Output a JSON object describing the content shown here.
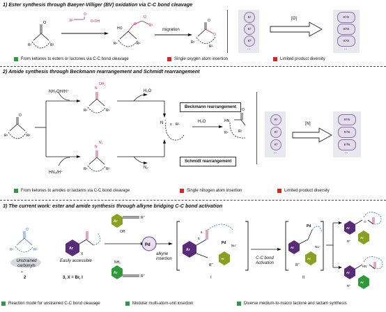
{
  "section1": {
    "title": "1) Ester synthesis through Baeyer-Villiger (BV) oxidation via C-C bond cleavage",
    "step_migration": "migration",
    "reagent_label": "[O]",
    "legend": [
      {
        "color": "#2e9a3a",
        "text": "From ketones to esters or lactones via C-C bond cleavage"
      },
      {
        "color": "#e02020",
        "text": "Single oxygen atom insertion"
      },
      {
        "color": "#e02020",
        "text": "Limited product diversity"
      }
    ],
    "ketone_bubbles": [
      "K¹",
      "K²",
      "K³",
      "..."
    ],
    "product_bubbles": [
      "K¹O",
      "K²O",
      "K³O",
      "..."
    ]
  },
  "section2": {
    "title": "2) Amide synthesis through Beckmann rearrangement and Schmidt rearrangement",
    "reagent_top": "NH₂OH/H⁺",
    "reagent_bottom": "HN₃/H⁺",
    "byproduct_water": "H₂O",
    "byproduct_n2": "N₂",
    "water_add": "H₂O",
    "beckmann_label": "Beckmann rearrangement",
    "schmidt_label": "Schmidt rearrangement",
    "reagent_label": "[N]",
    "legend": [
      {
        "color": "#2e9a3a",
        "text": "From ketones to amides or lactams via C-C bond cleavage"
      },
      {
        "color": "#e02020",
        "text": "Single nitrogen atom insertion"
      },
      {
        "color": "#e02020",
        "text": "Limited product diversity"
      }
    ],
    "ketone_bubbles": [
      "K¹",
      "K²",
      "K³",
      "..."
    ],
    "product_bubbles": [
      "K¹N",
      "K²N",
      "K³N",
      "..."
    ]
  },
  "section3": {
    "title": "3) The current work: ester and amide synthesis through alkyne bridging C-C bond activation",
    "unstrained_label": "Unstrained carbonyls",
    "compound_2": "2",
    "easily_accessible": "Easily accessible",
    "compound_3": "3, X = Br, I",
    "alkyne_insertion": "alkyne insertion",
    "catalyst": "Pd",
    "cc_activation": "C-C bond Activation",
    "intermediate_1": "I",
    "intermediate_2": "II",
    "legend": [
      {
        "color": "#2e9a3a",
        "text": "Reaction mode for unstrained C-C bond cleavage"
      },
      {
        "color": "#2e9a3a",
        "text": "Modular multi-atom-unit insertion"
      },
      {
        "color": "#2e9a3a",
        "text": "Diverse medium-to-macro lactone and lactam synthesis"
      }
    ]
  },
  "colors": {
    "accent_pink": "#b0206a",
    "accent_blue": "#2a70c8",
    "green": "#2e9a3a",
    "red": "#e02020",
    "purple": "#6a3a8a",
    "aryl_purple": "#5a2a7a",
    "olive": "#8aa020"
  }
}
